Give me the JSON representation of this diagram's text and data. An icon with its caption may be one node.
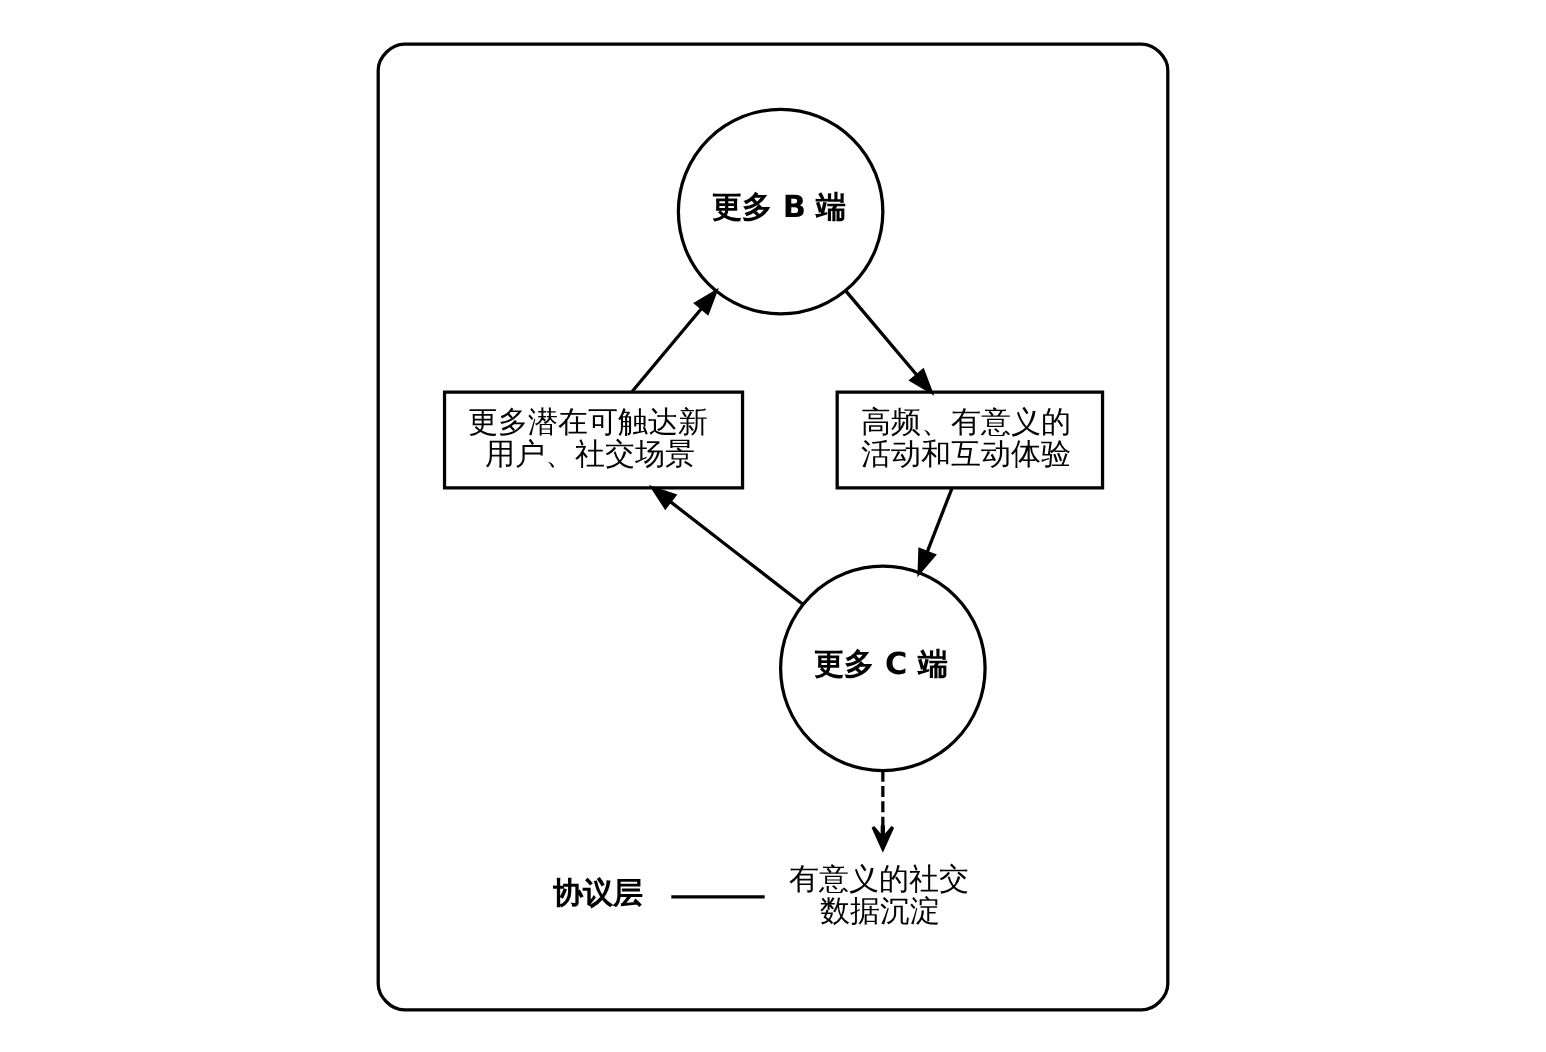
{
  "diagram": {
    "nodes": [
      {
        "text": [],
        "shape": "ellipse"
      },
      {
        "text": [
          "更多 B 端"
        ],
        "in": 0
      },
      {
        "text": [
          "高频、有意义的活动和互动体验"
        ],
        "in": 0
      },
      {
        "text": [
          "更多 C 端"
        ],
        "in": 0
      },
      {
        "text": [
          "更多潜在可触达新用户、社交场景"
        ],
        "in": 0
      },
      {
        "text": [
          "有意义的社交数据沉淀"
        ],
        "in": 0
      },
      {
        "text": [
          "协议层"
        ],
        "in": 0
      }
    ],
    "edges": [
      {
        "from": 1,
        "to": 2,
        "arrow": "to"
      },
      {
        "from": 2,
        "to": 3,
        "arrow": "to"
      },
      {
        "from": 3,
        "to": 4,
        "arrow": "to"
      },
      {
        "from": 4,
        "to": 1,
        "arrow": "to"
      },
      {
        "from": 3,
        "to": 5,
        "arrow": "to",
        "style": "dashed"
      },
      {
        "from": 6,
        "to": 5,
        "arrow": "none"
      }
    ]
  }
}
